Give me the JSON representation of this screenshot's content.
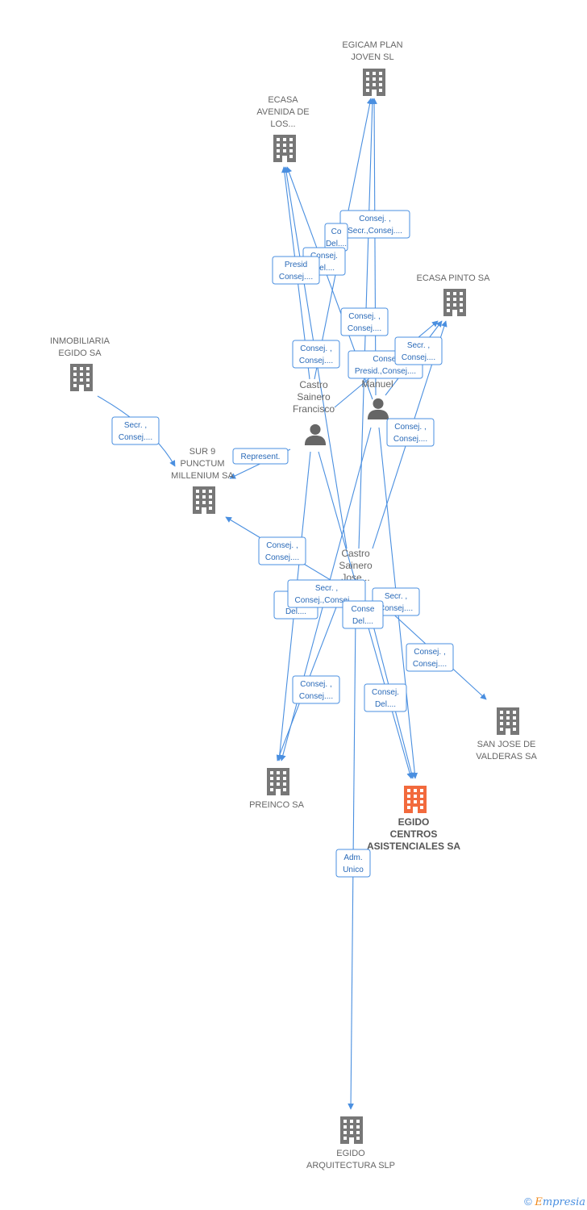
{
  "companies": [
    {
      "id": "egicam",
      "name_lines": [
        "EGICAM PLAN",
        "JOVEN SL"
      ],
      "highlight": false
    },
    {
      "id": "ecasa_avenida",
      "name_lines": [
        "ECASA",
        "AVENIDA DE",
        "LOS..."
      ],
      "highlight": false
    },
    {
      "id": "ecasa_pinto",
      "name_lines": [
        "ECASA PINTO SA"
      ],
      "highlight": false
    },
    {
      "id": "inmobiliaria",
      "name_lines": [
        "INMOBILIARIA",
        "EGIDO SA"
      ],
      "highlight": false
    },
    {
      "id": "sur9",
      "name_lines": [
        "SUR 9",
        "PUNCTUM",
        "MILLENIUM SA"
      ],
      "highlight": false
    },
    {
      "id": "san_jose",
      "name_lines": [
        "SAN JOSE DE",
        "VALDERAS SA"
      ],
      "highlight": false
    },
    {
      "id": "preinco",
      "name_lines": [
        "PREINCO SA"
      ],
      "highlight": false
    },
    {
      "id": "egido_centros",
      "name_lines": [
        "EGIDO",
        "CENTROS",
        "ASISTENCIALES SA"
      ],
      "highlight": true
    },
    {
      "id": "egido_arquitectura",
      "name_lines": [
        "EGIDO",
        "ARQUITECTURA SLP"
      ],
      "highlight": false
    }
  ],
  "persons": [
    {
      "id": "castro_francisco",
      "name_lines": [
        "Castro",
        "Sainero",
        "Francisco"
      ]
    },
    {
      "id": "manuel",
      "name_lines": [
        "Manuel"
      ]
    },
    {
      "id": "castro_jose",
      "name_lines": [
        "Castro",
        "Sainero",
        "Jose..."
      ]
    }
  ],
  "edge_labels": [
    {
      "lines": [
        "Consej. ,",
        "Secr.,Consej...."
      ]
    },
    {
      "lines": [
        "Co",
        "Del...."
      ]
    },
    {
      "lines": [
        "Consej.",
        "Del...."
      ]
    },
    {
      "lines": [
        "Presid",
        "Consej...."
      ]
    },
    {
      "lines": [
        "Consej. ,",
        "Consej...."
      ]
    },
    {
      "lines": [
        "Consej. ,",
        "Consej...."
      ]
    },
    {
      "lines": [
        "Consej",
        "Presid.,Consej...."
      ]
    },
    {
      "lines": [
        "Secr. ,",
        "Consej...."
      ]
    },
    {
      "lines": [
        "Secr. ,",
        "Consej...."
      ]
    },
    {
      "lines": [
        "Represent."
      ]
    },
    {
      "lines": [
        "Consej. ,",
        "Consej...."
      ]
    },
    {
      "lines": [
        "Consej. ,",
        "Consej...."
      ]
    },
    {
      "lines": [
        "Secr. ,",
        "Consej.,Consej...."
      ]
    },
    {
      "lines": [
        "Co",
        "Del...."
      ]
    },
    {
      "lines": [
        "Secr. ,",
        "Consej...."
      ]
    },
    {
      "lines": [
        "Conse",
        "Del...."
      ]
    },
    {
      "lines": [
        "Consej. ,",
        "Consej...."
      ]
    },
    {
      "lines": [
        "Consej. ,",
        "Consej...."
      ]
    },
    {
      "lines": [
        "Consej.",
        "Del...."
      ]
    },
    {
      "lines": [
        "Adm.",
        "Unico"
      ]
    }
  ],
  "colors": {
    "edge": "#4a8fe0",
    "building": "#777777",
    "building_highlight": "#f26a3d",
    "person": "#666666"
  },
  "footer": {
    "copyright": "©",
    "brand_initial": "E",
    "brand_rest": "mpresia"
  }
}
